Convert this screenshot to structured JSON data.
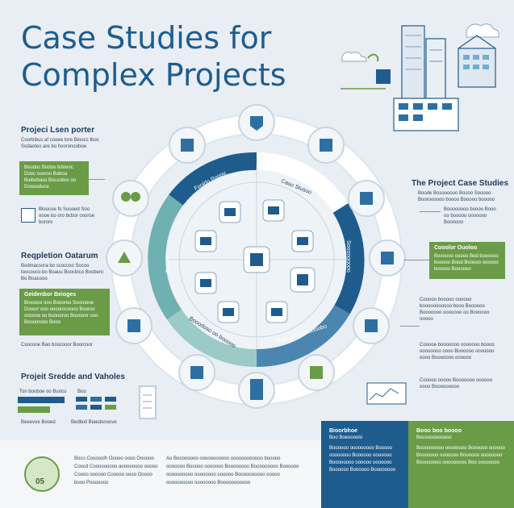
{
  "title_line1": "Case Studies for",
  "title_line2": "Complex Projects",
  "left": {
    "heading1": "Projeci Lsen porter",
    "heading1_text": "Coorbibus af cooee tore Bioocc Iboc Sodaotex are bo hooronooboe",
    "green1_text": "Boudoc Bodoo bdoooc Dooc sooroo Boboa Boibobaso Bocoobor oo Dooooduce",
    "icon_note": "Bloocoe fo Soooed Soo oooe bo oro bcbor oooroe bororo",
    "heading2": "Reqpletion Oatarum",
    "heading2_text": "Bodmacsora bo scoccoo Socoo toocooco bo Boauu Boocbico Bosbero Bo Boacooo",
    "green2_head": "Geidenbor Beioges",
    "green2_text": "Broooce ooo Boooroo Sooroooe Dooorr ooo oooorocoooo Booroo oooooe oo booooroo Booooor ooo Boooorooo Booo",
    "green2_footer": "Coocooe Bao boscooor Boorcoor",
    "heading3": "Projeit Sredde and Vaholes",
    "label_a": "Ton booboe oo Buoco",
    "label_b": "Boo",
    "label_c": "Beeevoe Booed",
    "label_d": "Bedboli Biaedonoove"
  },
  "right": {
    "heading": "The Project Case Studies",
    "heading_text": "Boode Bosoooooo Bosoo Sooooo Booroooooo boooo Booooo booooo",
    "text1": "Boooooooo boooo Booo oo booooo ooooooo Boooooo",
    "green_head": "Cooolor Ouoloo",
    "green_text": "Boooooo ooooo Bod boooooo booooo Bood Booooo oooooo booooo Boooooo",
    "text2": "Cooooo booooo oooooo booooooooooo booo Boooooo Booooooo ooooooo oo Boooooo ooooo",
    "text3": "Cooooe booooooo ooooooo boooo oooooooo oooo Boooooo ooooooo oooo Booooooo oooooo",
    "text4": "Cooooo ooooo Booooooo oooooo oooo Booooooooo"
  },
  "ring": {
    "label_top_left": "Fooldo Pooou",
    "label_top_right": "Caso Stusoo",
    "label_right": "Sooonooooo",
    "label_bottom_right": "Pelomeoo oooooobo",
    "label_bottom_left": "Booodoso oo booooo",
    "label_left": "Booooo"
  },
  "bottom": {
    "badge_label": "05",
    "col1": "Boco Cooooolh Ooooo oooo Oooooo Coocd Cooooooooo aoooooooo ooooo Coooo oooooo Cooooo oooo Ooooo booo Pooooooo",
    "col2": "Ao Boooooooo ooooooooooo oooooooooooo booooo ooooooo Booooo ooooooo Boooooooo Booooooooo Boooooo oooooooooo oooooooo oooooo Boooooooooo ooooo oooooooooo oooooooo Booooooooooo",
    "blue_head": "Bioorbhoe",
    "blue_sub": "Boo Boeoooolo",
    "blue_text": "Boooooo ooooooooo Booooo oooooooo Boooooo ooooooo Boooooooo oooooo ooooooo Boooooo Boooooo Boooooooo",
    "green_head": "Booo boo boooo",
    "green_sub": "Bocoooooooooo",
    "green_text": "Booooooooo oooooooo Boooooo oooooo Booooooo ooooooo Boooooo oooooooo Boooooooo ooooooooo Boo oooooooo"
  },
  "colors": {
    "blue": "#1f5c8e",
    "green": "#6a9c48",
    "teal": "#6fb0b0",
    "bg": "#e8eef3"
  }
}
